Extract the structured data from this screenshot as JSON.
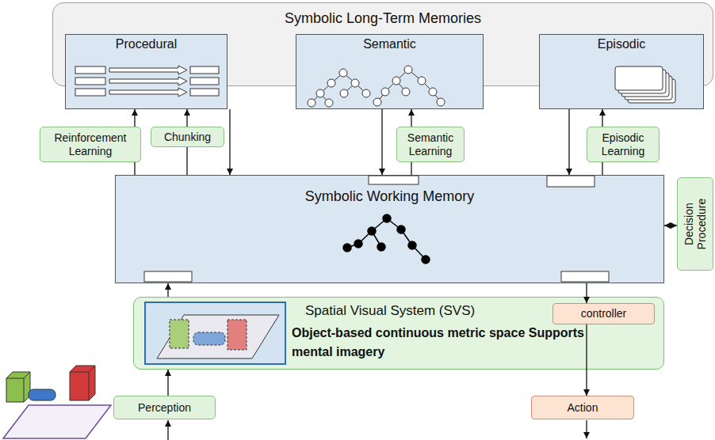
{
  "diagram": {
    "nodes": [
      {
        "text": [
          "Symbolic Long-Term Memories"
        ]
      },
      {
        "text": [
          "Procedural"
        ],
        "in": 0
      },
      {
        "text": [
          "Semantic"
        ],
        "in": 0
      },
      {
        "text": [
          "Episodic"
        ],
        "in": 0
      },
      {
        "text": [
          "Reinforcement Learning"
        ]
      },
      {
        "text": [
          "Chunking"
        ]
      },
      {
        "text": [
          "Semantic Learning"
        ]
      },
      {
        "text": [
          "Episodic Learning"
        ]
      },
      {
        "text": [
          "Symbolic Working Memory"
        ]
      },
      {
        "text": [
          "Decision Procedure"
        ]
      },
      {
        "text": [
          "Spatial Visual System (SVS)",
          "Object-based continuous metric space Supports mental imagery"
        ]
      },
      {
        "text": [
          "controller"
        ],
        "in": 10
      },
      {
        "text": [
          "Perception"
        ]
      },
      {
        "text": [
          "Action"
        ]
      }
    ],
    "edges": [
      {
        "from": 8,
        "to": 4,
        "arrow": "none"
      },
      {
        "from": 4,
        "to": 1,
        "arrow": "to"
      },
      {
        "from": 8,
        "to": 5,
        "arrow": "none"
      },
      {
        "from": 5,
        "to": 1,
        "arrow": "to"
      },
      {
        "from": 1,
        "to": 8,
        "arrow": "to"
      },
      {
        "from": 2,
        "to": 8,
        "arrow": "to"
      },
      {
        "from": 8,
        "to": 6,
        "arrow": "none"
      },
      {
        "from": 6,
        "to": 2,
        "arrow": "to"
      },
      {
        "from": 3,
        "to": 8,
        "arrow": "to"
      },
      {
        "from": 8,
        "to": 7,
        "arrow": "none"
      },
      {
        "from": 7,
        "to": 3,
        "arrow": "to"
      },
      {
        "from": 8,
        "to": 9,
        "arrow": "both"
      },
      {
        "from": 10,
        "to": 8,
        "arrow": "to"
      },
      {
        "from": 12,
        "to": 10,
        "arrow": "to"
      },
      {
        "from": 8,
        "to": 11,
        "arrow": "to"
      },
      {
        "from": 11,
        "to": 13,
        "arrow": "to"
      }
    ]
  }
}
